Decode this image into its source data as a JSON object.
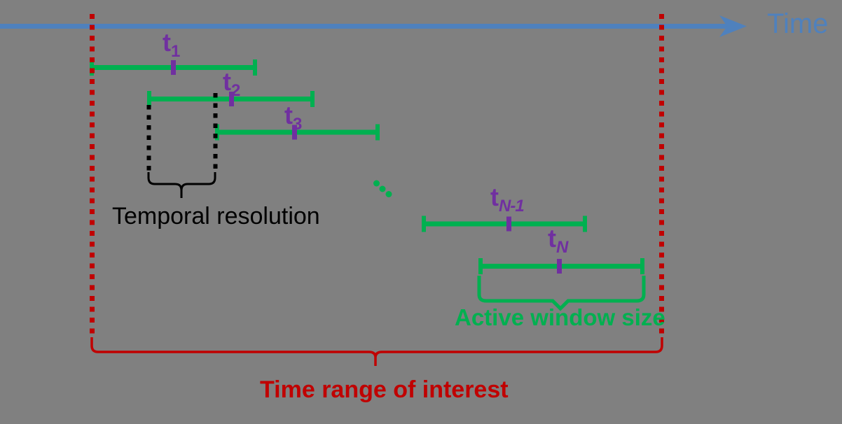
{
  "diagram_title": "",
  "axis": {
    "label": "Time"
  },
  "windows": [
    {
      "name": "window-1",
      "label_main": "t",
      "label_sub": "1"
    },
    {
      "name": "window-2",
      "label_main": "t",
      "label_sub": "2"
    },
    {
      "name": "window-3",
      "label_main": "t",
      "label_sub": "3"
    },
    {
      "name": "window-N-1",
      "label_main": "t",
      "label_sub": "N-1"
    },
    {
      "name": "window-N",
      "label_main": "t",
      "label_sub": "N"
    }
  ],
  "annotations": {
    "temporal_resolution": "Temporal resolution",
    "active_window_size": "Active window size",
    "time_range_of_interest": "Time range of interest"
  },
  "icons": {
    "time_axis_arrowhead": "right-arrow",
    "ellipsis_dots": "diagonal-ellipsis"
  },
  "colors": {
    "background_gray": "#808080",
    "axis_blue": "#4f81bd",
    "window_green": "#00b050",
    "timestamp_purple": "#7030a0",
    "range_red": "#c00000",
    "resolution_black": "#000000"
  }
}
